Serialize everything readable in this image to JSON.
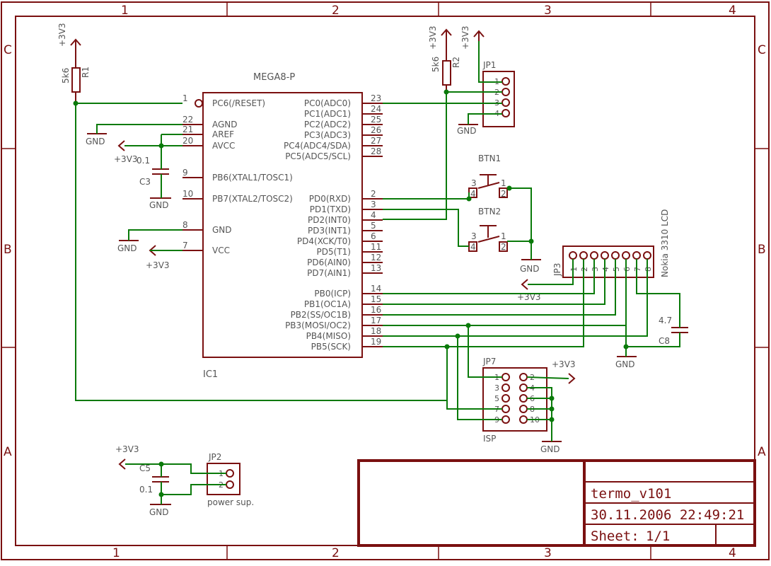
{
  "zones": {
    "columns": [
      "1",
      "2",
      "3",
      "4"
    ],
    "rows": [
      "C",
      "B",
      "A"
    ]
  },
  "title_block": {
    "name": "termo_v101",
    "date": "30.11.2006 22:49:21",
    "sheet_label": "Sheet:",
    "sheet_value": "1/1"
  },
  "ic1": {
    "device": "MEGA8-P",
    "name": "IC1",
    "left_pins": [
      {
        "num": "1",
        "name": "PC6(/RESET)"
      },
      {
        "num": "22",
        "name": "AGND"
      },
      {
        "num": "21",
        "name": "AREF"
      },
      {
        "num": "20",
        "name": "AVCC"
      },
      {
        "num": "9",
        "name": "PB6(XTAL1/TOSC1)"
      },
      {
        "num": "10",
        "name": "PB7(XTAL2/TOSC2)"
      },
      {
        "num": "8",
        "name": "GND"
      },
      {
        "num": "7",
        "name": "VCC"
      }
    ],
    "right_pins": [
      {
        "num": "23",
        "name": "PC0(ADC0)"
      },
      {
        "num": "24",
        "name": "PC1(ADC1)"
      },
      {
        "num": "25",
        "name": "PC2(ADC2)"
      },
      {
        "num": "26",
        "name": "PC3(ADC3)"
      },
      {
        "num": "27",
        "name": "PC4(ADC4/SDA)"
      },
      {
        "num": "28",
        "name": "PC5(ADC5/SCL)"
      },
      {
        "num": "2",
        "name": "PD0(RXD)"
      },
      {
        "num": "3",
        "name": "PD1(TXD)"
      },
      {
        "num": "4",
        "name": "PD2(INT0)"
      },
      {
        "num": "5",
        "name": "PD3(INT1)"
      },
      {
        "num": "6",
        "name": "PD4(XCK/T0)"
      },
      {
        "num": "11",
        "name": "PD5(T1)"
      },
      {
        "num": "12",
        "name": "PD6(AIN0)"
      },
      {
        "num": "13",
        "name": "PD7(AIN1)"
      },
      {
        "num": "14",
        "name": "PB0(ICP)"
      },
      {
        "num": "15",
        "name": "PB1(OC1A)"
      },
      {
        "num": "16",
        "name": "PB2(SS/OC1B)"
      },
      {
        "num": "17",
        "name": "PB3(MOSI/OC2)"
      },
      {
        "num": "18",
        "name": "PB4(MISO)"
      },
      {
        "num": "19",
        "name": "PB5(SCK)"
      }
    ]
  },
  "r1": {
    "name": "R1",
    "value": "5k6",
    "supply": "+3V3"
  },
  "r2": {
    "name": "R2",
    "value": "5k6",
    "supply": "+3V3"
  },
  "c3": {
    "name": "C3",
    "value": "0.1"
  },
  "c5": {
    "name": "C5",
    "value": "0.1"
  },
  "c8": {
    "name": "C8",
    "value": "4.7"
  },
  "jp1": {
    "name": "JP1",
    "pins": [
      "1",
      "2",
      "3",
      "4"
    ],
    "supply": "+3V3",
    "gnd": "GND"
  },
  "jp2": {
    "name": "JP2",
    "pins": [
      "1",
      "2"
    ],
    "desc": "power sup."
  },
  "jp3": {
    "name": "JP3",
    "desc": "Nokia 3310 LCD",
    "pins": [
      "1",
      "2",
      "3",
      "4",
      "5",
      "6",
      "7",
      "8"
    ]
  },
  "jp7": {
    "name": "JP7",
    "desc": "ISP",
    "pins": [
      "1",
      "2",
      "3",
      "4",
      "5",
      "6",
      "7",
      "8",
      "9",
      "10"
    ]
  },
  "btn1": {
    "name": "BTN1",
    "pins": [
      "3",
      "4",
      "1",
      "2"
    ]
  },
  "btn2": {
    "name": "BTN2",
    "pins": [
      "3",
      "4",
      "1",
      "2"
    ]
  },
  "nets": {
    "gnd": "GND",
    "v33": "+3V3"
  }
}
